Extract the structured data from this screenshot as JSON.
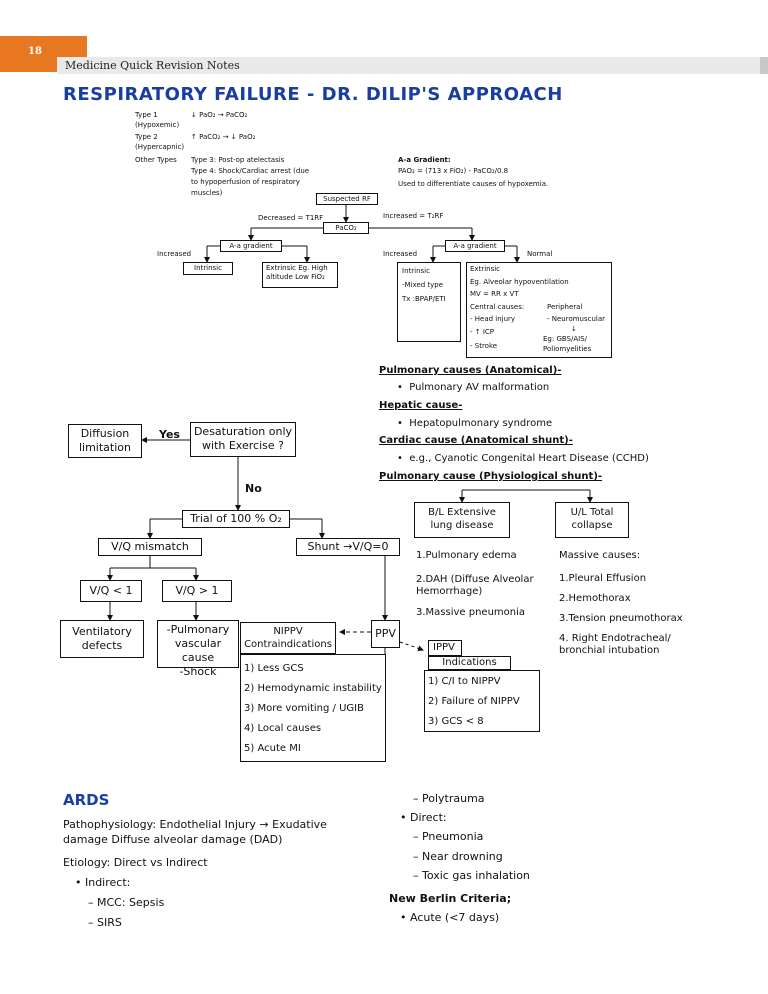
{
  "page": {
    "number": "18",
    "header": "Medicine Quick Revision Notes",
    "title": "RESPIRATORY FAILURE - DR. DILIP'S APPROACH"
  },
  "types": {
    "type1_label": "Type 1",
    "type1_sub": "(Hypoxemic)",
    "type1_desc": "↓ PaO₂ → PaCO₂",
    "type2_label": "Type 2",
    "type2_sub": "(Hypercapnic)",
    "type2_desc": "↑ PaCO₂ → ↓ PaO₂",
    "other_label": "Other Types",
    "other_1": "Type 3: Post-op atelectasis",
    "other_2": "Type 4: Shock/Cardiac arrest (due",
    "other_3": "to hypoperfusion of respiratory",
    "other_4": "muscles)"
  },
  "aa_gradient": {
    "title": "A-a Gradient:",
    "formula": "PAO₂ = (713 x FiO₂) - PaCO₂/0.8",
    "use": "Used to differentiate causes of hypoxemia."
  },
  "top_flow": {
    "suspected": "Suspected RF",
    "paco2": "PaCO₂",
    "decreased": "Decreased = T1RF",
    "increased": "Increased = T₂RF",
    "left_increased": "Increased",
    "left_aa": "A-a gradient",
    "left_intrinsic": "Intrinsic",
    "left_extrinsic_1": "Extrinsic Eg. High",
    "left_extrinsic_2": "altitude Low FiO₂",
    "right_increased": "Increased",
    "right_aa": "A-a gradient",
    "right_normal": "Normal",
    "r_intrinsic": "Intrinsic",
    "r_mixed": "-Mixed type",
    "r_tx": "Tx :BPAP/ETI",
    "r_extrinsic": "Extrinsic",
    "r_eg": "Eg. Alveolar hypoventilation",
    "r_mv": "MV = RR x VT",
    "r_central": "Central causes:",
    "r_peripheral": "Peripheral",
    "r_head": "- Head injury",
    "r_neuromusc": "- Neuromuscular",
    "r_icp": "- ↑ ICP",
    "r_arrow": "↓",
    "r_stroke": "- Stroke",
    "r_egs": "Eg: GBS/AIS/",
    "r_polio": "Poliomyelities"
  },
  "causes": {
    "pulm_anat": "Pulmonary causes (Anatomical)-",
    "pulm_anat_item": "Pulmonary AV malformation",
    "hepatic": "Hepatic cause-",
    "hepatic_item": "Hepatopulmonary syndrome",
    "cardiac": "Cardiac cause (Anatomical shunt)-",
    "cardiac_item": "e.g., Cyanotic Congenital Heart Disease (CCHD)",
    "pulm_phys": "Pulmonary cause (Physiological shunt)-"
  },
  "flow": {
    "diffusion_1": "Diffusion",
    "diffusion_2": "limitation",
    "yes": "Yes",
    "desat_1": "Desaturation only",
    "desat_2": "with Exercise ?",
    "no": "No",
    "trial": "Trial of 100 % O₂",
    "vq_mismatch": "V/Q mismatch",
    "shunt": "Shunt →V/Q=0",
    "vq_lt": "V/Q < 1",
    "vq_gt": "V/Q > 1",
    "vent_1": "Ventilatory",
    "vent_2": "defects",
    "pvc_1": "-Pulmonary",
    "pvc_2": "vascular cause",
    "pvc_3": "-Shock",
    "ppv": "PPV",
    "nippv_1": "NIPPV",
    "nippv_2": "Contraindications",
    "ci": [
      "1) Less GCS",
      "2) Hemodynamic instability",
      "3) More vomiting / UGIB",
      "4) Local causes",
      "5) Acute MI"
    ],
    "ippv": "IPPV",
    "indications": "Indications",
    "ind": [
      "1) C/I to NIPPV",
      "2) Failure of NIPPV",
      "3) GCS < 8"
    ],
    "bl_1": "B/L Extensive",
    "bl_2": "lung disease",
    "ul_1": "U/L Total",
    "ul_2": "collapse",
    "bl_items": [
      "1.Pulmonary edema",
      "2.DAH (Diffuse Alveolar",
      "Hemorrhage)",
      "3.Massive pneumonia"
    ],
    "ul_head": "Massive causes:",
    "ul_items": [
      "1.Pleural Effusion",
      "2.Hemothorax",
      "3.Tension pneumothorax",
      "4. Right Endotracheal/",
      "bronchial intubation"
    ]
  },
  "ards": {
    "title": "ARDS",
    "patho_1": "Pathophysiology: Endothelial Injury → Exudative",
    "patho_2": "damage Diffuse alveolar damage (DAD)",
    "etiology": "Etiology: Direct vs Indirect",
    "indirect": "• Indirect:",
    "mcc": "– MCC: Sepsis",
    "sirs": "– SIRS",
    "polytrauma": "– Polytrauma",
    "direct": "• Direct:",
    "pneumonia": "– Pneumonia",
    "drowning": "– Near drowning",
    "toxic": "– Toxic gas inhalation",
    "berlin": "New Berlin Criteria;",
    "acute": "• Acute (<7 days)"
  }
}
